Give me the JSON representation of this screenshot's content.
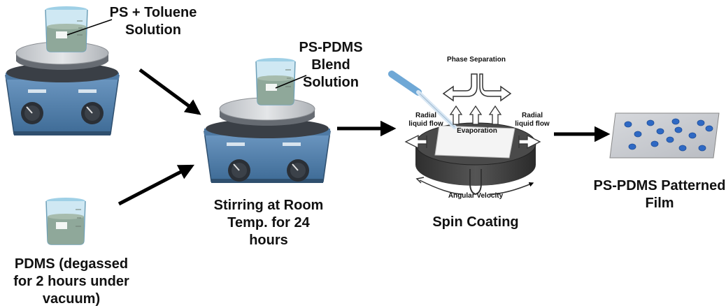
{
  "labels": {
    "ps_toluene": "PS + Toluene\nSolution",
    "pdms": "PDMS (degassed\nfor 2 hours under\nvacuum)",
    "blend": "PS-PDMS\nBlend\nSolution",
    "stirring": "Stirring at Room\nTemp. for 24\nhours",
    "spin_coating": "Spin Coating",
    "patterned_film": "PS-PDMS Patterned\nFilm",
    "phase_separation": "Phase Separation",
    "radial_left": "Radial\nliquid flow",
    "radial_right": "Radial\nliquid flow",
    "evaporation": "Evaporation",
    "angular_velocity": "Angular Velocity"
  },
  "colors": {
    "hotplate_body": "#5b86b0",
    "hotplate_dark": "#2f4f6e",
    "plate_top": "#c9ccd0",
    "knob": "#2a2f36",
    "liquid": "#8fa89a",
    "glass": "#bfe0ee",
    "arrow": "#000000",
    "dot": "#2f69c4",
    "film": "#c9ccd2"
  },
  "icons": [
    "beaker-icon",
    "hotplate-stirrer-icon",
    "pipette-icon",
    "spin-coater-disk-icon",
    "arrow-icon"
  ]
}
